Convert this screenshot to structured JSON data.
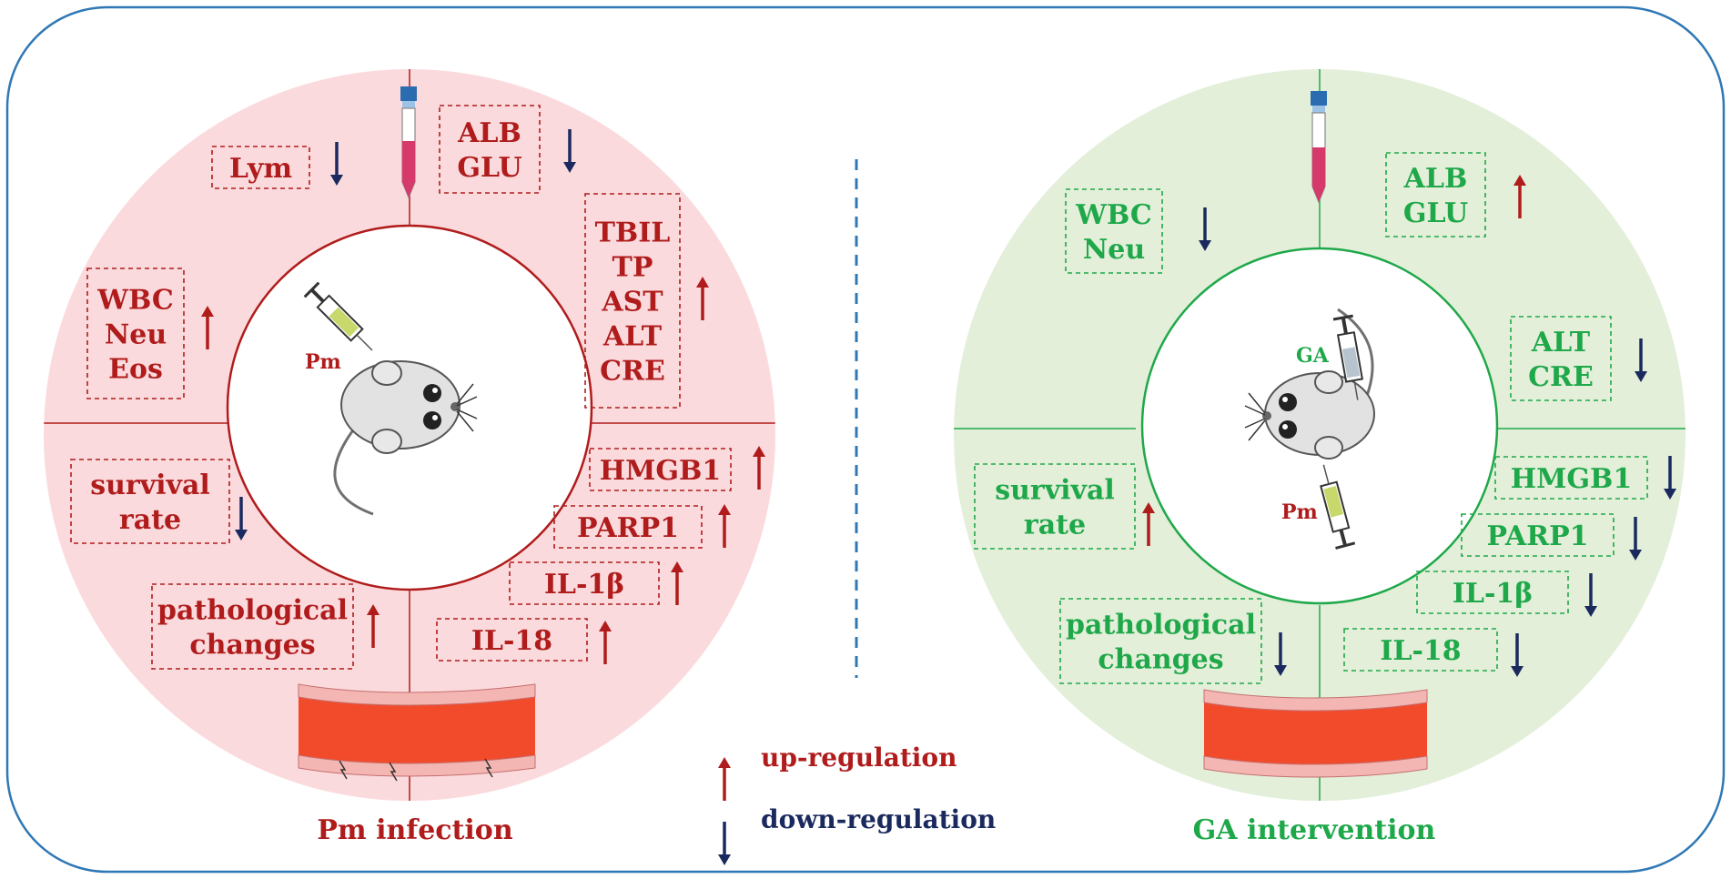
{
  "colors": {
    "red": "#b01c1c",
    "green": "#1fa84a",
    "navy": "#1b2a5e",
    "pink_fill": "#fbdadd",
    "green_fill": "#e3efd9",
    "frame": "#2f78b5",
    "vessel": "#f24b2b"
  },
  "left_panel": {
    "title": "Pm infection",
    "center_label": "Pm",
    "boxes": [
      {
        "lines": [
          "Lym"
        ],
        "arrow": "down"
      },
      {
        "lines": [
          "ALB",
          "GLU"
        ],
        "arrow": "down"
      },
      {
        "lines": [
          "TBIL",
          "TP",
          "AST",
          "ALT",
          "CRE"
        ],
        "arrow": "up"
      },
      {
        "lines": [
          "WBC",
          "Neu",
          "Eos"
        ],
        "arrow": "up"
      },
      {
        "lines": [
          "HMGB1"
        ],
        "arrow": "up"
      },
      {
        "lines": [
          "PARP1"
        ],
        "arrow": "up"
      },
      {
        "lines": [
          "IL-1β"
        ],
        "arrow": "up"
      },
      {
        "lines": [
          "IL-18"
        ],
        "arrow": "up"
      },
      {
        "lines": [
          "survival",
          "rate"
        ],
        "arrow": "down"
      },
      {
        "lines": [
          "pathological",
          "changes"
        ],
        "arrow": "up"
      }
    ]
  },
  "right_panel": {
    "title": "GA intervention",
    "center_labels": [
      "GA",
      "Pm"
    ],
    "boxes": [
      {
        "lines": [
          "WBC",
          "Neu"
        ],
        "arrow": "down"
      },
      {
        "lines": [
          "ALB",
          "GLU"
        ],
        "arrow": "up"
      },
      {
        "lines": [
          "ALT",
          "CRE"
        ],
        "arrow": "down"
      },
      {
        "lines": [
          "HMGB1"
        ],
        "arrow": "down"
      },
      {
        "lines": [
          "PARP1"
        ],
        "arrow": "down"
      },
      {
        "lines": [
          "IL-1β"
        ],
        "arrow": "down"
      },
      {
        "lines": [
          "IL-18"
        ],
        "arrow": "down"
      },
      {
        "lines": [
          "survival",
          "rate"
        ],
        "arrow": "up"
      },
      {
        "lines": [
          "pathological",
          "changes"
        ],
        "arrow": "down"
      }
    ]
  },
  "legend": {
    "up_label": "up-regulation",
    "down_label": "down-regulation"
  },
  "icons": [
    "test-tube-icon",
    "syringe-icon",
    "mouse-icon",
    "blood-vessel-icon",
    "up-arrow-icon",
    "down-arrow-icon"
  ]
}
